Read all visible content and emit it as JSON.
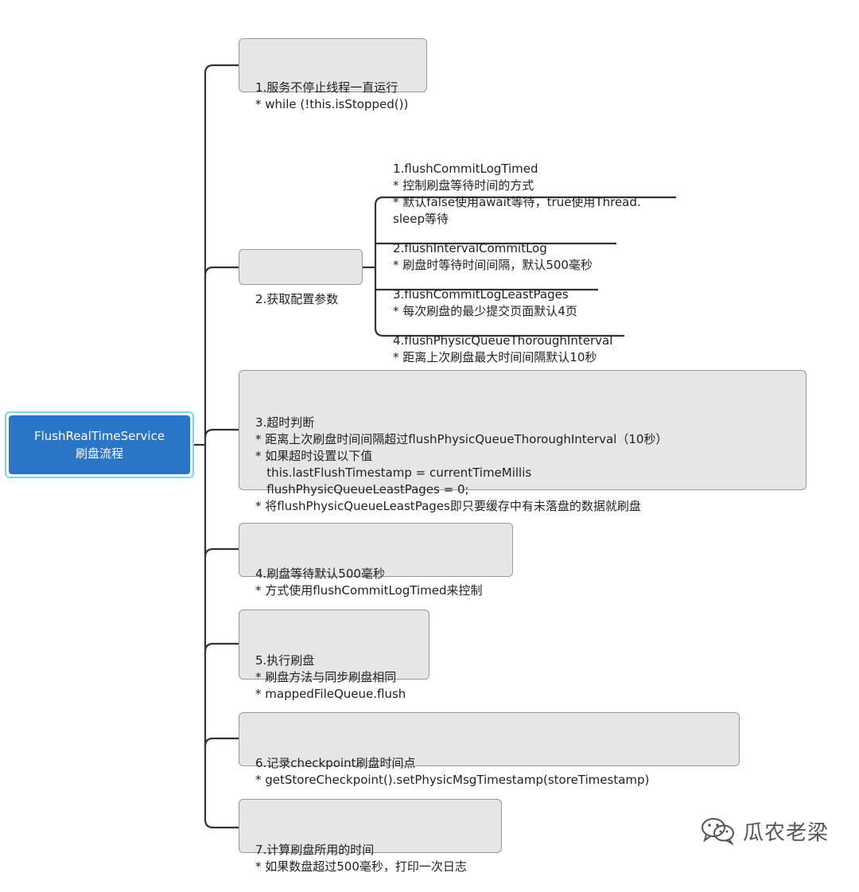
{
  "root": {
    "line1": "FlushRealTimeService",
    "line2": "刷盘流程"
  },
  "steps": [
    [
      "1.服务不停止线程一直运行",
      "* while (!this.isStopped())"
    ],
    [
      "2.获取配置参数"
    ],
    [
      "3.超时判断",
      "* 距离上次刷盘时间间隔超过flushPhysicQueueThoroughInterval（10秒）",
      "* 如果超时设置以下值",
      "   this.lastFlushTimestamp = currentTimeMillis",
      "   flushPhysicQueueLeastPages = 0;",
      "* 将flushPhysicQueueLeastPages即只要缓存中有未落盘的数据就刷盘"
    ],
    [
      "4.刷盘等待默认500毫秒",
      "* 方式使用flushCommitLogTimed来控制"
    ],
    [
      "5.执行刷盘",
      "* 刷盘方法与同步刷盘相同",
      "* mappedFileQueue.flush"
    ],
    [
      "6.记录checkpoint刷盘时间点",
      "* getStoreCheckpoint().setPhysicMsgTimestamp(storeTimestamp)"
    ],
    [
      "7.计算刷盘所用的时间",
      "* 如果数盘超过500毫秒，打印一次日志"
    ]
  ],
  "config_params": [
    [
      "1.flushCommitLogTimed",
      "* 控制刷盘等待时间的方式",
      "* 默认false使用await等待，true使用Thread.",
      "sleep等待"
    ],
    [
      "2.flushIntervalCommitLog",
      "* 刷盘时等待时间间隔，默认500毫秒"
    ],
    [
      "3.flushCommitLogLeastPages",
      "* 每次刷盘的最少提交页面默认4页"
    ],
    [
      "4.flushPhysicQueueThoroughInterval",
      "* 距离上次刷盘最大时间间隔默认10秒"
    ]
  ],
  "watermark": "瓜农老梁",
  "colors": {
    "root_fill": "#2a75c6",
    "root_border": "#7fd3f2",
    "node_fill": "#e6e6e6",
    "node_border": "#9a9a9a",
    "line": "#333333"
  }
}
